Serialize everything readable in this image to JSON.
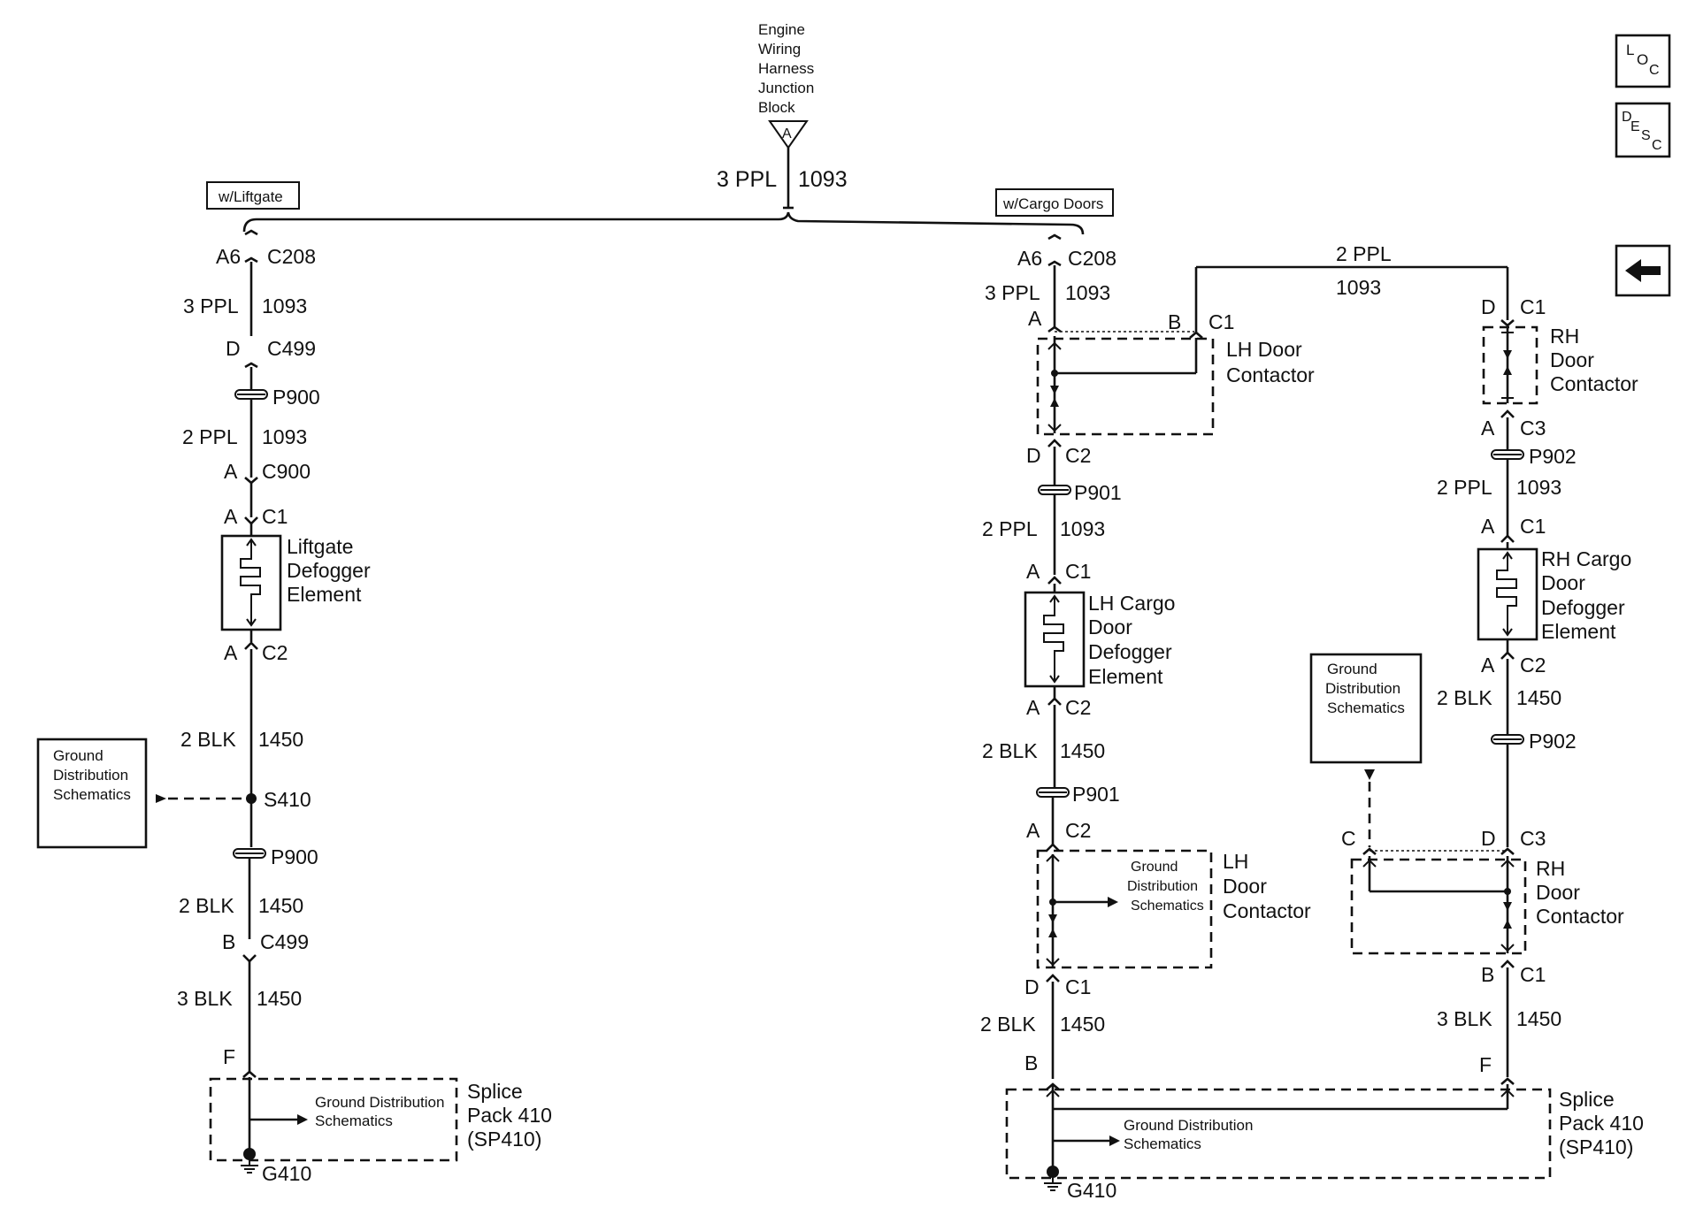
{
  "nav": {
    "loc_label": "LOC",
    "desc_label": "DESC",
    "back_icon": "left-arrow-icon"
  },
  "junction": {
    "lines": [
      "Engine",
      "Wiring",
      "Harness",
      "Junction",
      "Block"
    ],
    "terminal": "A",
    "gauge": "3 PPL",
    "circuit": "1093"
  },
  "options": {
    "liftgate": "w/Liftgate",
    "cargo_doors": "w/Cargo Doors"
  },
  "liftgate": {
    "c208_pin": "A6",
    "c208": "C208",
    "gauge1": "3 PPL",
    "circuit1": "1093",
    "c499_pin": "D",
    "c499": "C499",
    "p900_top": "P900",
    "gauge2": "2 PPL",
    "circuit2": "1093",
    "c900_pin": "A",
    "c900": "C900",
    "c1_pin": "A",
    "c1": "C1",
    "element": [
      "Liftgate",
      "Defogger",
      "Element"
    ],
    "c2_pin": "A",
    "c2": "C2",
    "gauge3": "2 BLK",
    "circuit3": "1450",
    "ground_box": [
      "Ground",
      "Distribution",
      "Schematics"
    ],
    "splice": "S410",
    "p900_bottom": "P900",
    "gauge4": "2 BLK",
    "circuit4": "1450",
    "c499b_pin": "B",
    "c499b": "C499",
    "gauge5": "3 BLK",
    "circuit5": "1450",
    "sp_pin": "F",
    "sp_ground": [
      "Ground Distribution",
      "Schematics"
    ],
    "sp_label": [
      "Splice",
      "Pack 410",
      "(SP410)"
    ],
    "ground": "G410"
  },
  "cargo_lh": {
    "c208_pin": "A6",
    "c208": "C208",
    "gauge1": "3 PPL",
    "circuit1": "1093",
    "contactor_pin_a": "A",
    "contactor_pin_b": "B",
    "contactor_conn": "C1",
    "contactor": [
      "LH Door",
      "Contactor"
    ],
    "c2_pin": "D",
    "c2": "C2",
    "p901_top": "P901",
    "gauge2": "2 PPL",
    "circuit2": "1093",
    "el_c1_pin": "A",
    "el_c1": "C1",
    "element": [
      "LH Cargo",
      "Door",
      "Defogger",
      "Element"
    ],
    "el_c2_pin": "A",
    "el_c2": "C2",
    "gauge3": "2 BLK",
    "circuit3": "1450",
    "p901_bottom": "P901",
    "c2b_pin": "A",
    "c2b": "C2",
    "contactor2_ground": [
      "Ground",
      "Distribution",
      "Schematics"
    ],
    "contactor2": [
      "LH",
      "Door",
      "Contactor"
    ],
    "c1b_pin": "D",
    "c1b": "C1",
    "gauge4": "2 BLK",
    "circuit4": "1450",
    "sp_pin": "B"
  },
  "cargo_rh": {
    "top_gauge": "2 PPL",
    "top_circuit": "1093",
    "c1_pin": "D",
    "c1": "C1",
    "contactor": [
      "RH",
      "Door",
      "Contactor"
    ],
    "c3_pin": "A",
    "c3": "C3",
    "p902_top": "P902",
    "gauge1": "2 PPL",
    "circuit1": "1093",
    "el_c1_pin": "A",
    "el_c1": "C1",
    "element": [
      "RH Cargo",
      "Door",
      "Defogger",
      "Element"
    ],
    "el_c2_pin": "A",
    "el_c2": "C2",
    "gauge2": "2 BLK",
    "circuit2": "1450",
    "ground_box": [
      "Ground",
      "Distribution",
      "Schematics"
    ],
    "p902_bottom": "P902",
    "c3b_pin_c": "C",
    "c3b_pin_d": "D",
    "c3b": "C3",
    "contactor2": [
      "RH",
      "Door",
      "Contactor"
    ],
    "c1b_pin": "B",
    "c1b": "C1",
    "gauge3": "3 BLK",
    "circuit3": "1450",
    "sp_pin": "F"
  },
  "cargo_splice": {
    "ground": [
      "Ground Distribution",
      "Schematics"
    ],
    "label": [
      "Splice",
      "Pack 410",
      "(SP410)"
    ],
    "g": "G410"
  }
}
